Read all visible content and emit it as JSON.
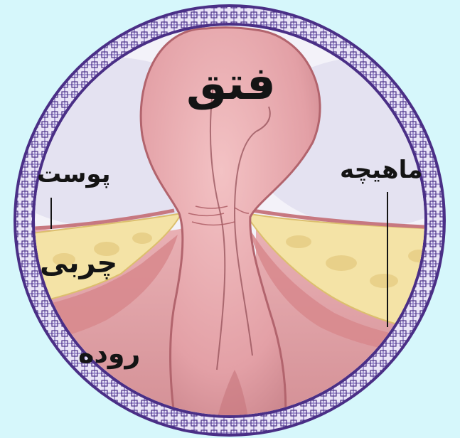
{
  "diagram": {
    "labels": {
      "hernia": "فتق",
      "skin": "پوست",
      "fat": "چربی",
      "muscle": "ماهیچه",
      "intestine": "روده"
    },
    "colors": {
      "background": "#d6f7fb",
      "frame_ring": "#4a2f86",
      "frame_pattern": "#8f7ec4",
      "frame_light": "#e9e4f7",
      "sky": "#e6e4f2",
      "tissue_pink": "#e8a8ad",
      "tissue_dark": "#b2646d",
      "skin_outline": "#c77880",
      "fat_yellow": "#f4e3a6",
      "fat_shadow": "#dcbf6d",
      "muscle_pink": "#d8898e",
      "label_color": "#141414"
    }
  }
}
